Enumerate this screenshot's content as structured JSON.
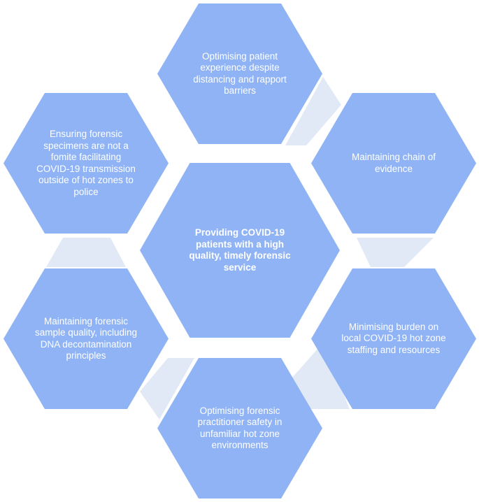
{
  "colors": {
    "hexagon_fill": "#8fb3f5",
    "connector_fill": "#e2e9f6",
    "text": "#ffffff"
  },
  "center": {
    "label": "Providing COVID-19 patients with a high quality, timely forensic service"
  },
  "outer_nodes": [
    {
      "id": "top",
      "label": "Optimising patient experience despite distancing and rapport barriers"
    },
    {
      "id": "upper-right",
      "label": "Maintaining chain of evidence"
    },
    {
      "id": "lower-right",
      "label": "Minimising burden on local COVID-19 hot zone staffing and resources"
    },
    {
      "id": "bottom",
      "label": "Optimising forensic practitioner safety in unfamiliar hot zone environments"
    },
    {
      "id": "lower-left",
      "label": "Maintaining forensic sample quality, including DNA decontamination principles"
    },
    {
      "id": "upper-left",
      "label": "Ensuring forensic specimens are not a fomite facilitating COVID-19 transmission outside  of hot zones to police"
    }
  ]
}
